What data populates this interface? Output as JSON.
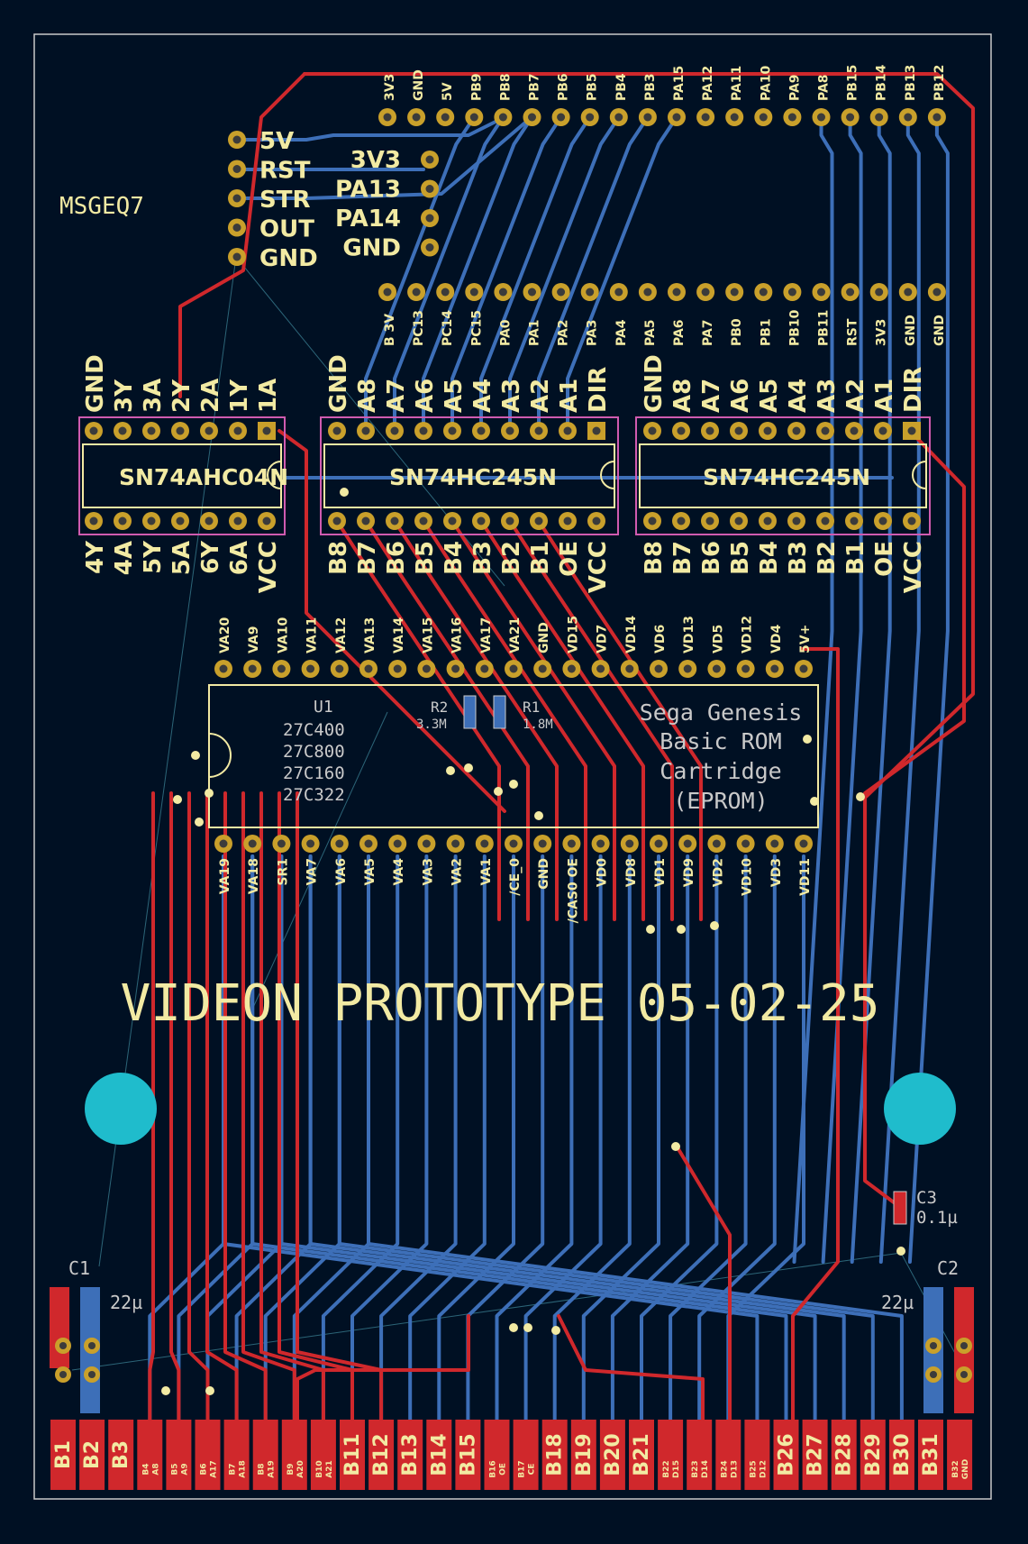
{
  "board": {
    "title": "VIDEON PROTOTYPE 05-02-25",
    "colors": {
      "background": "#001023",
      "front_copper": "#d0282c",
      "back_copper": "#3d6fb8",
      "silkscreen": "#f2eaa3",
      "pad": "#c9a02b",
      "mounting_hole": "#1fbccc"
    }
  },
  "msgeq7": {
    "ref": "MSGEQ7",
    "pins": [
      "5V",
      "RST",
      "STR",
      "OUT",
      "GND"
    ]
  },
  "bluepill_mid_labels": [
    "3V3",
    "PA13",
    "PA14",
    "GND"
  ],
  "bluepill_top_row": [
    "3V3",
    "GND",
    "5V",
    "PB9",
    "PB8",
    "PB7",
    "PB6",
    "PB5",
    "PB4",
    "PB3",
    "PA15",
    "PA12",
    "PA11",
    "PA10",
    "PA9",
    "PA8",
    "PB15",
    "PB14",
    "PB13",
    "PB12"
  ],
  "bluepill_bottom_row": [
    "B 3V",
    "PC13",
    "PC14",
    "PC15",
    "PA0",
    "PA1",
    "PA2",
    "PA3",
    "PA4",
    "PA5",
    "PA6",
    "PA7",
    "PB0",
    "PB1",
    "PB10",
    "PB11",
    "RST",
    "3V3",
    "GND",
    "GND"
  ],
  "u_hc04": {
    "name": "SN74AHC04N",
    "top_labels": [
      "GND",
      "3Y",
      "3A",
      "2Y",
      "2A",
      "1Y",
      "1A"
    ],
    "bottom_labels": [
      "4Y",
      "4A",
      "5Y",
      "5A",
      "6Y",
      "6A",
      "VCC"
    ]
  },
  "u_hc245_1": {
    "name": "SN74HC245N",
    "top_labels": [
      "GND",
      "A8",
      "A7",
      "A6",
      "A5",
      "A4",
      "A3",
      "A2",
      "A1",
      "DIR"
    ],
    "bottom_labels": [
      "B8",
      "B7",
      "B6",
      "B5",
      "B4",
      "B3",
      "B2",
      "B1",
      "OE",
      "VCC"
    ]
  },
  "u_hc245_2": {
    "name": "SN74HC245N",
    "top_labels": [
      "GND",
      "A8",
      "A7",
      "A6",
      "A5",
      "A4",
      "A3",
      "A2",
      "A1",
      "DIR"
    ],
    "bottom_labels": [
      "B8",
      "B7",
      "B6",
      "B5",
      "B4",
      "B3",
      "B2",
      "B1",
      "OE",
      "VCC"
    ]
  },
  "rom": {
    "ref": "U1",
    "types": [
      "27C400",
      "27C800",
      "27C160",
      "27C322"
    ],
    "desc": [
      "Sega Genesis",
      "Basic ROM",
      "Cartridge",
      "(EPROM)"
    ],
    "top_labels": [
      "VA20",
      "VA9",
      "VA10",
      "VA11",
      "VA12",
      "VA13",
      "VA14",
      "VA15",
      "VA16",
      "VA17",
      "VA21",
      "GND",
      "VD15",
      "VD7",
      "VD14",
      "VD6",
      "VD13",
      "VD5",
      "VD12",
      "VD4",
      "5V+"
    ],
    "bottom_labels": [
      "VA19",
      "VA18",
      "SR1",
      "VA7",
      "VA6",
      "VA5",
      "VA4",
      "VA3",
      "VA2",
      "VA1",
      "/CE_0",
      "GND",
      "/CAS0 OE",
      "VD0",
      "VD8",
      "VD1",
      "VD9",
      "VD2",
      "VD10",
      "VD3",
      "VD11"
    ]
  },
  "small_parts": {
    "r2": "R2",
    "r2_val": "3.3M",
    "r1": "R1",
    "r1_val": "1.8M"
  },
  "c1": {
    "ref": "C1",
    "value": "22µ"
  },
  "c2": {
    "ref": "C2",
    "value": "22µ"
  },
  "c3": {
    "ref": "C3",
    "value": "0.1µ"
  },
  "edge_fingers": [
    "B1",
    "B2",
    "B3",
    "B4",
    "B5",
    "B6",
    "B7",
    "B8",
    "B9",
    "B10",
    "B11",
    "B12",
    "B13",
    "B14",
    "B15",
    "B16",
    "B17",
    "B18",
    "B19",
    "B20",
    "B21",
    "B22",
    "B23",
    "B24",
    "B25",
    "B26",
    "B27",
    "B28",
    "B29",
    "B30",
    "B31",
    "B32"
  ],
  "edge_sub": [
    "",
    "",
    "",
    "A8",
    "A9",
    "A17",
    "A18",
    "A19",
    "A20",
    "A21",
    "",
    "",
    "",
    "",
    "",
    "OE",
    "CE",
    "",
    "",
    "",
    "",
    "D15",
    "D14",
    "D13",
    "D12",
    "",
    "",
    "",
    "",
    "",
    "",
    "GND"
  ]
}
